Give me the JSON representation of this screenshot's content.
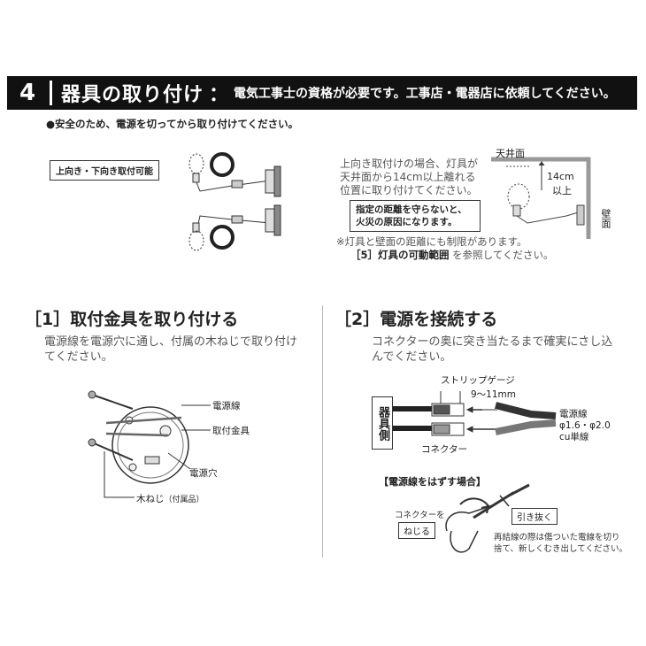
{
  "header": {
    "number": "4",
    "title": "器具の取り付け",
    "colon": "：",
    "note": "電気工事士の資格が必要です。工事店・電器店に依頼してください。"
  },
  "safety_note": "●安全のため、電源を切ってから取り付けてください。",
  "mount_tag": "上向き・下向き取付可能",
  "clearance": {
    "text_lines": [
      "上向き取付けの場合、灯具が",
      "天井面から14cm以上離れる",
      "位置に取り付けてください。"
    ],
    "ceiling_label": "天井面",
    "distance_line1": "14cm",
    "distance_line2": "以上",
    "wall_label": "壁面",
    "warning_lines": [
      "指定の距離を守らないと、",
      "火災の原因になります。"
    ],
    "footnote_line1": "※灯具と壁面の距離にも制限があります。",
    "footnote_bold": "［5］灯具の可動範囲",
    "footnote_rest": " を参照してください。"
  },
  "step1": {
    "title": "［1］取付金具を取り付ける",
    "desc_lines": [
      "電源線を電源穴に通し、付属の木ねじで取り付け",
      "てください。"
    ],
    "labels": {
      "power_wire": "電源線",
      "bracket": "取付金具",
      "power_hole": "電源穴",
      "screw": "木ねじ",
      "screw_note": "（付属品）"
    }
  },
  "step2": {
    "title": "［2］電源を接続する",
    "desc_lines": [
      "コネクターの奥に突き当たるまで確実にさし込",
      "んでください。"
    ],
    "device_side": "器具側",
    "strip_gauge": "ストリップゲージ",
    "strip_length": "9～11mm",
    "connector": "コネクター",
    "wire_spec_lines": [
      "電源線",
      "φ1.6・φ2.0",
      "cu単線"
    ],
    "remove_title": "【電源線をはずす場合】",
    "twist_line1": "コネクターを",
    "twist_box": "ねじる",
    "pull_box": "引き抜く",
    "rewire_lines": [
      "再結線の際は傷ついた電線を切り",
      "捨て、新しくむき出してください。"
    ]
  },
  "colors": {
    "header_bg": "#111111",
    "header_text": "#ffffff",
    "body_text": "#222222",
    "muted": "#555555"
  }
}
